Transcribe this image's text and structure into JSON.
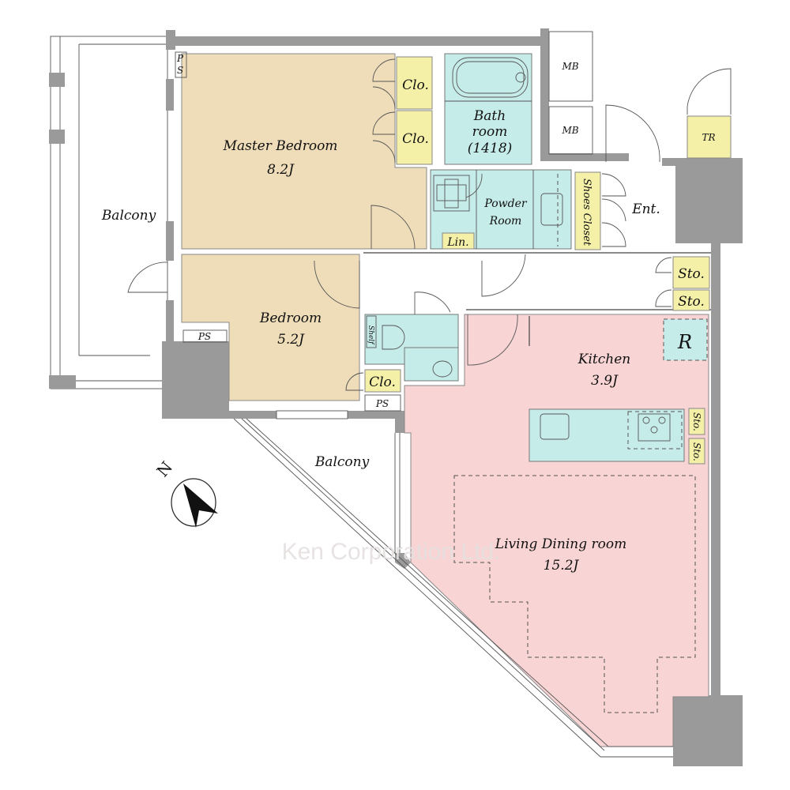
{
  "rooms": {
    "master_bedroom": {
      "name": "Master Bedroom",
      "size": "8.2J"
    },
    "bedroom": {
      "name": "Bedroom",
      "size": "5.2J"
    },
    "kitchen": {
      "name": "Kitchen",
      "size": "3.9J"
    },
    "living_dining": {
      "name": "Living Dining room",
      "size": "15.2J"
    },
    "bathroom": {
      "line1": "Bath",
      "line2": "room",
      "line3": "(1418)"
    },
    "powder_room": {
      "line1": "Powder",
      "line2": "Room"
    },
    "entrance": "Ent.",
    "balcony_west": "Balcony",
    "balcony_south": "Balcony"
  },
  "storage": {
    "closet": "Clo.",
    "linen": "Lin.",
    "shoes_closet": "Shoes Closet",
    "storage": "Sto.",
    "shelf": "Shelf",
    "pipe_space": "PS",
    "pipe_space_vertical": [
      "P",
      "S"
    ],
    "meter_box": "MB",
    "trunk_room": "TR",
    "refrigerator": "R"
  },
  "watermark": "Ken Corporation Ltd.",
  "compass": "N",
  "colors": {
    "bedroom": "#efddb9",
    "wet_area": "#c6ecea",
    "living": "#f8d4d4",
    "storage": "#f5f0a8",
    "wall": "#9a9a9a"
  }
}
